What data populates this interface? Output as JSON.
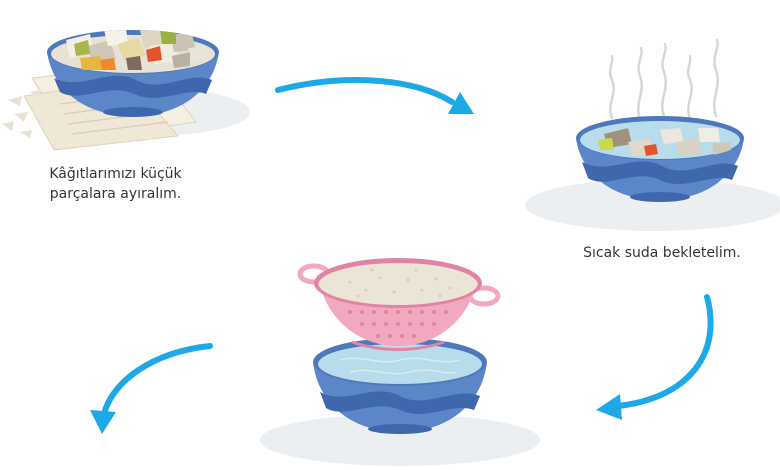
{
  "steps": [
    {
      "caption_line1": "Kâğıtlarımızı küçük",
      "caption_line2": "parçalara ayıralım."
    },
    {
      "caption": "Sıcak suda bekletelim."
    }
  ],
  "colors": {
    "arrow": "#1da8e8",
    "bowl_outer": "#5b87c9",
    "bowl_stripe": "#3f67ad",
    "bowl_rim": "#4e78bb",
    "water": "#b8dcec",
    "colander": "#f2a9c0",
    "colander_dark": "#e183a4",
    "pulp": "#ece4d6",
    "shadow": "#eceff2",
    "steam": "#d6d6d6",
    "text": "#333438"
  },
  "icons": [
    "bowl-with-paper-pieces",
    "bowl-with-hot-water",
    "colander-over-bowl",
    "flow-arrow"
  ]
}
